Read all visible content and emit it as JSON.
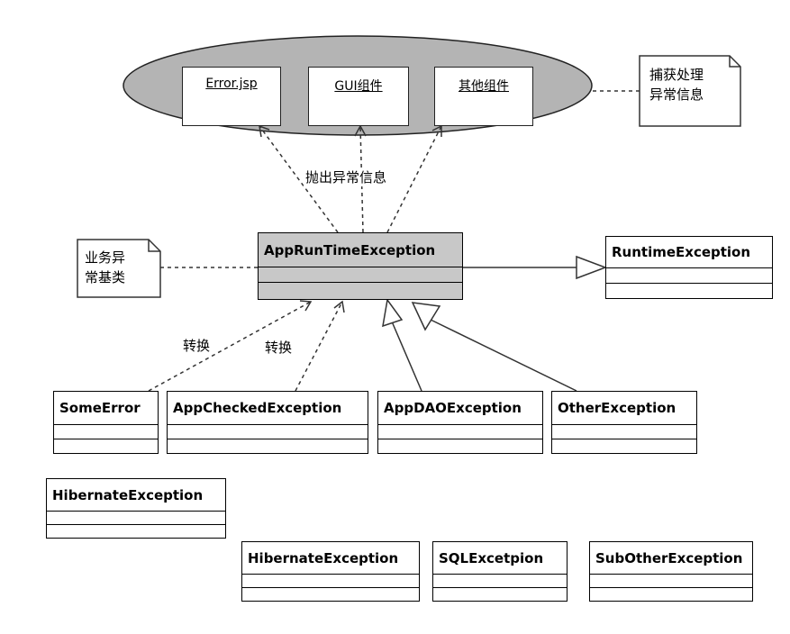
{
  "ellipse_components": {
    "error_jsp": "Error.jsp",
    "gui": "GUI组件",
    "other": "其他组件"
  },
  "notes": {
    "catch": [
      "捕获处理",
      "异常信息"
    ],
    "base": [
      "业务异",
      "常基类"
    ]
  },
  "labels": {
    "throw": "抛出异常信息",
    "convert_1": "转换",
    "convert_2": "转换"
  },
  "classes": {
    "app_runtime": "AppRunTimeException",
    "runtime": "RuntimeException",
    "some_error": "SomeError",
    "app_checked": "AppCheckedException",
    "app_dao": "AppDAOException",
    "other": "OtherException",
    "hibernate_1": "HibernateException",
    "hibernate_2": "HibernateException",
    "sql": "SQLExcetpion",
    "sub_other": "SubOtherException"
  }
}
